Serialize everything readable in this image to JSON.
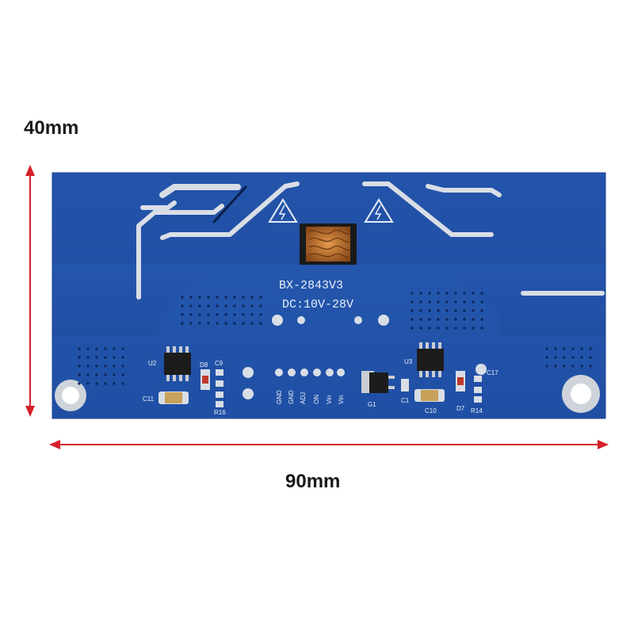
{
  "dimensions": {
    "height_label": "40mm",
    "width_label": "90mm",
    "arrow_color": "#d6202a"
  },
  "board": {
    "model": "BX-2843V3",
    "input": "DC:10V-28V",
    "pcb_color": "#1f4fa8",
    "component_labels": {
      "u2": "U2",
      "u3": "U3",
      "d8": "D8",
      "c9": "C9",
      "c11": "C11",
      "r16": "R16",
      "g1": "G1",
      "c1": "C1",
      "c10": "C10",
      "d7": "D7",
      "r14": "R14",
      "c17": "C17"
    },
    "pins": [
      "GND",
      "GND",
      "ADJ",
      "ON",
      "Vin",
      "Vin"
    ]
  }
}
